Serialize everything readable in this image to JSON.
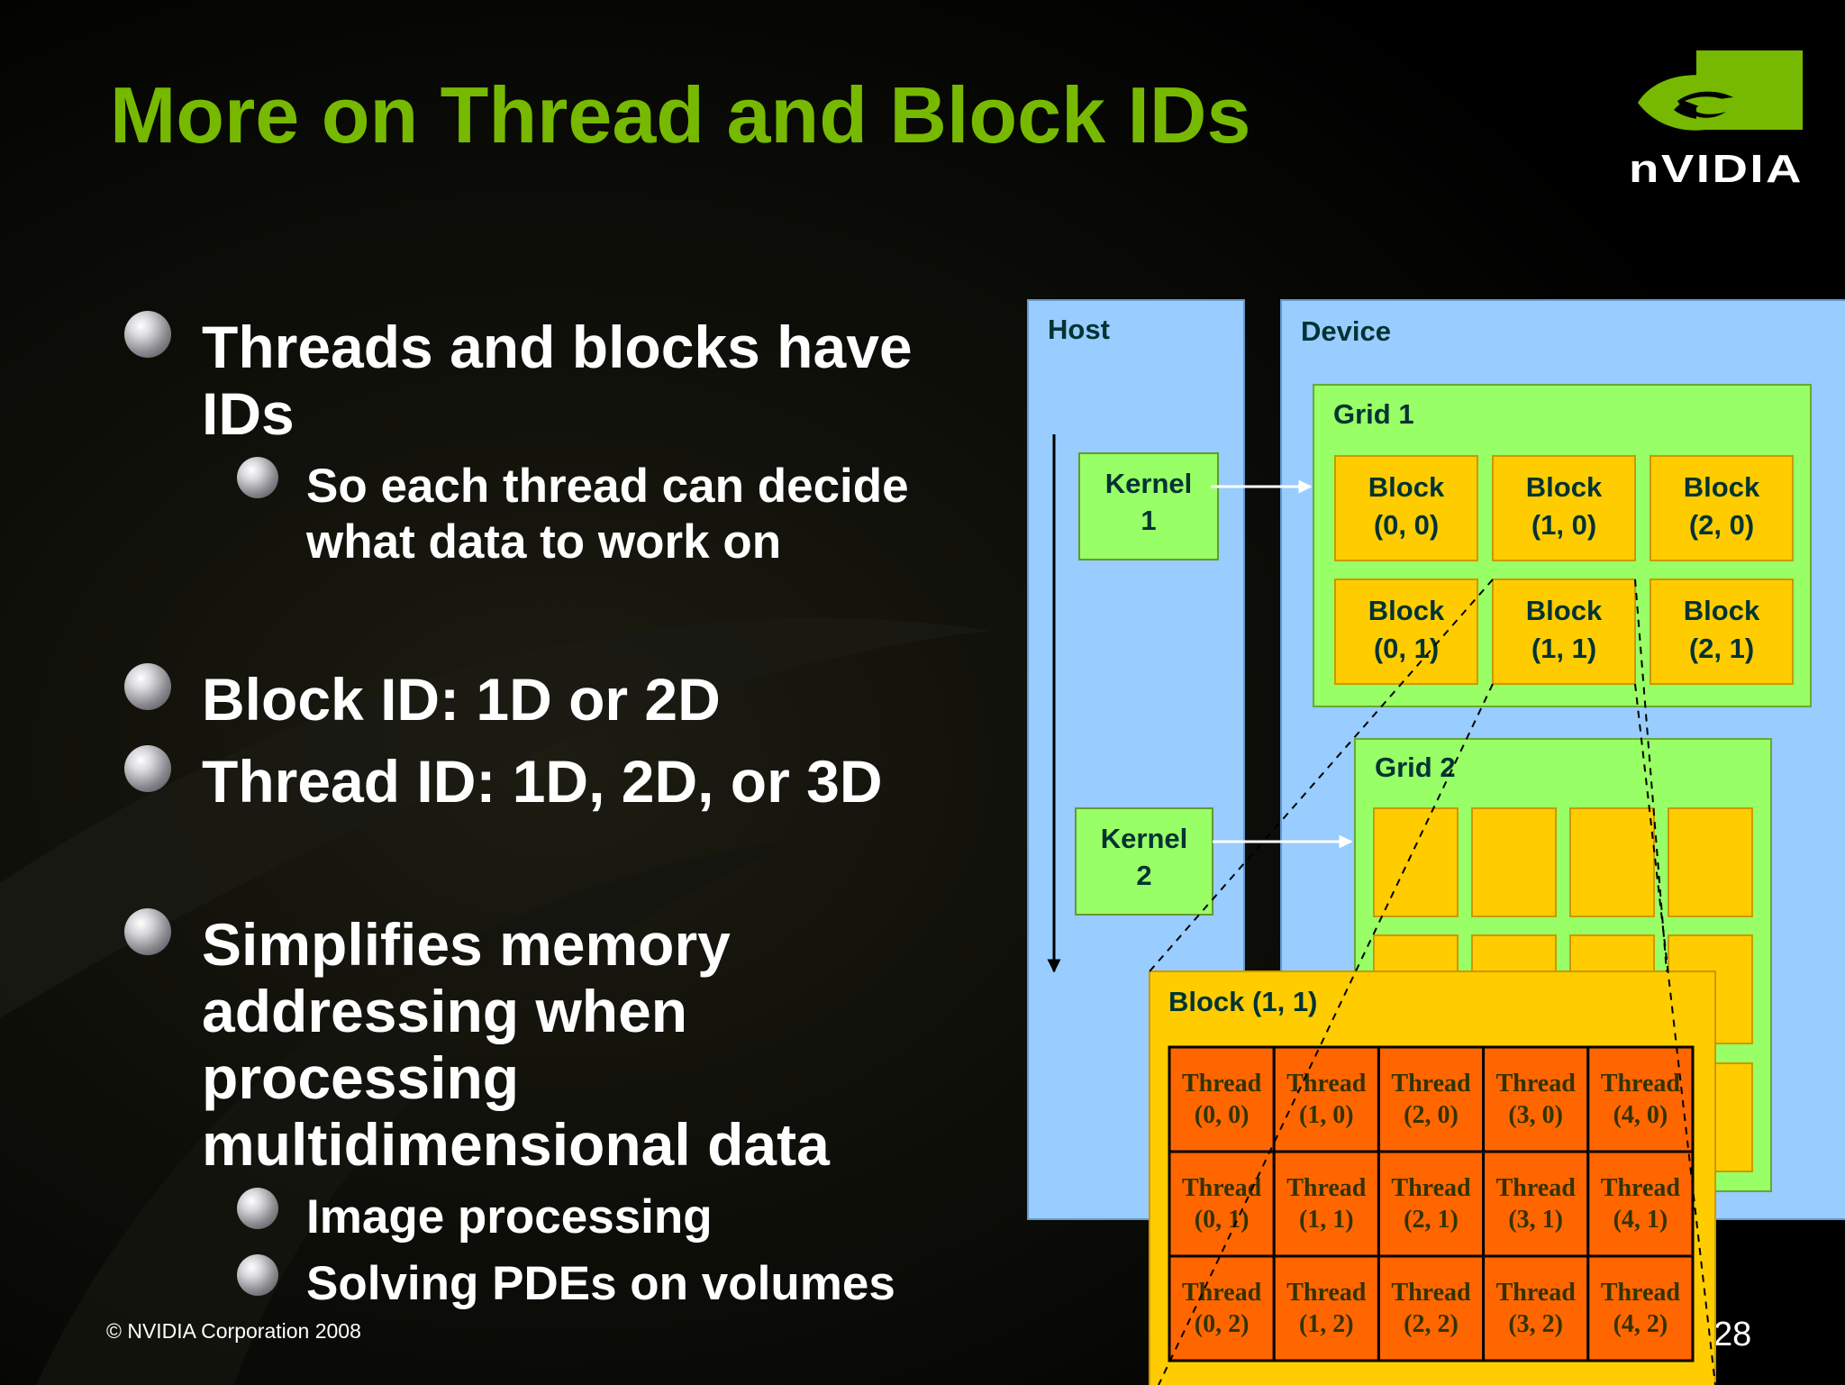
{
  "slide": {
    "title": "More on Thread and Block IDs",
    "footer": "© NVIDIA Corporation 2008",
    "page_number": "28",
    "logo_text": "nVIDIA"
  },
  "bullets": [
    {
      "level": 1,
      "lines": [
        "Threads and blocks have",
        "IDs"
      ]
    },
    {
      "level": 2,
      "lines": [
        "So each thread can decide",
        "what data to work on"
      ]
    },
    {
      "level": 1,
      "lines": [
        "Block ID: 1D or 2D"
      ]
    },
    {
      "level": 1,
      "lines": [
        "Thread ID: 1D, 2D, or 3D"
      ]
    },
    {
      "level": 1,
      "lines": [
        "Simplifies memory",
        "addressing when",
        "processing",
        "multidimensional data"
      ]
    },
    {
      "level": 2,
      "lines": [
        "Image processing"
      ]
    },
    {
      "level": 2,
      "lines": [
        "Solving PDEs on volumes"
      ]
    }
  ],
  "diagram": {
    "host_label": "Host",
    "device_label": "Device",
    "kernels": [
      {
        "lines": [
          "Kernel",
          "1"
        ]
      },
      {
        "lines": [
          "Kernel",
          "2"
        ]
      }
    ],
    "grid1_label": "Grid 1",
    "grid2_label": "Grid 2",
    "grid1_blocks": [
      [
        "Block",
        "(0, 0)"
      ],
      [
        "Block",
        "(1, 0)"
      ],
      [
        "Block",
        "(2, 0)"
      ],
      [
        "Block",
        "(0, 1)"
      ],
      [
        "Block",
        "(1, 1)"
      ],
      [
        "Block",
        "(2, 1)"
      ]
    ],
    "block_detail_label": "Block (1, 1)",
    "threads": [
      [
        "Thread",
        "(0, 0)"
      ],
      [
        "Thread",
        "(1, 0)"
      ],
      [
        "Thread",
        "(2, 0)"
      ],
      [
        "Thread",
        "(3, 0)"
      ],
      [
        "Thread",
        "(4, 0)"
      ],
      [
        "Thread",
        "(0, 1)"
      ],
      [
        "Thread",
        "(1, 1)"
      ],
      [
        "Thread",
        "(2, 1)"
      ],
      [
        "Thread",
        "(3, 1)"
      ],
      [
        "Thread",
        "(4, 1)"
      ],
      [
        "Thread",
        "(0, 2)"
      ],
      [
        "Thread",
        "(1, 2)"
      ],
      [
        "Thread",
        "(2, 2)"
      ],
      [
        "Thread",
        "(3, 2)"
      ],
      [
        "Thread",
        "(4, 2)"
      ]
    ],
    "colors": {
      "host_device_fill": "#99ccff",
      "grid_fill": "#99ff66",
      "block_fill": "#ffcc00",
      "thread_fill": "#ff6600",
      "title_green": "#76b900"
    }
  }
}
